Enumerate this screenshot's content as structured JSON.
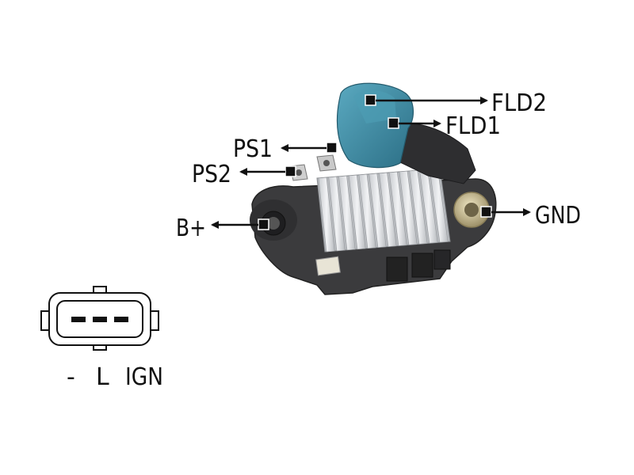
{
  "diagram": {
    "terminal_labels": {
      "fld2": "FLD2",
      "fld1": "FLD1",
      "ps1": "PS1",
      "ps2": "PS2",
      "b_plus": "B+",
      "gnd": "GND"
    },
    "connector_pins": {
      "pin_minus": "-",
      "pin_l": "L",
      "pin_ign": "IGN"
    },
    "colors": {
      "body": "#3b3b3d",
      "body_dark": "#2a2a2c",
      "heatsink": "#d7dadd",
      "blue_cap": "#3f8ea6",
      "brass": "#cdbf93",
      "arrow": "#111111"
    }
  }
}
